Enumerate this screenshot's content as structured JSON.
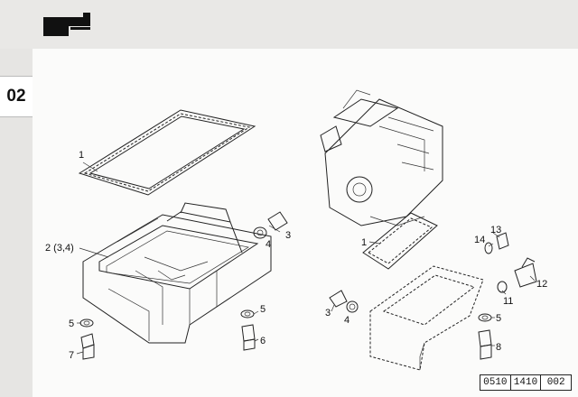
{
  "section": {
    "number": "02"
  },
  "callouts": {
    "c1": "1",
    "c2": "2 (3,4)",
    "c3": "3",
    "c4": "4",
    "c5": "5",
    "c6": "6",
    "c7": "7",
    "c8": "8",
    "c11": "11",
    "c12": "12",
    "c13": "13",
    "c14": "14"
  },
  "reference": {
    "part1": "0510",
    "part2": "1410",
    "part3": "002"
  },
  "icons": {
    "logo": "oil-pan-logo-icon"
  }
}
